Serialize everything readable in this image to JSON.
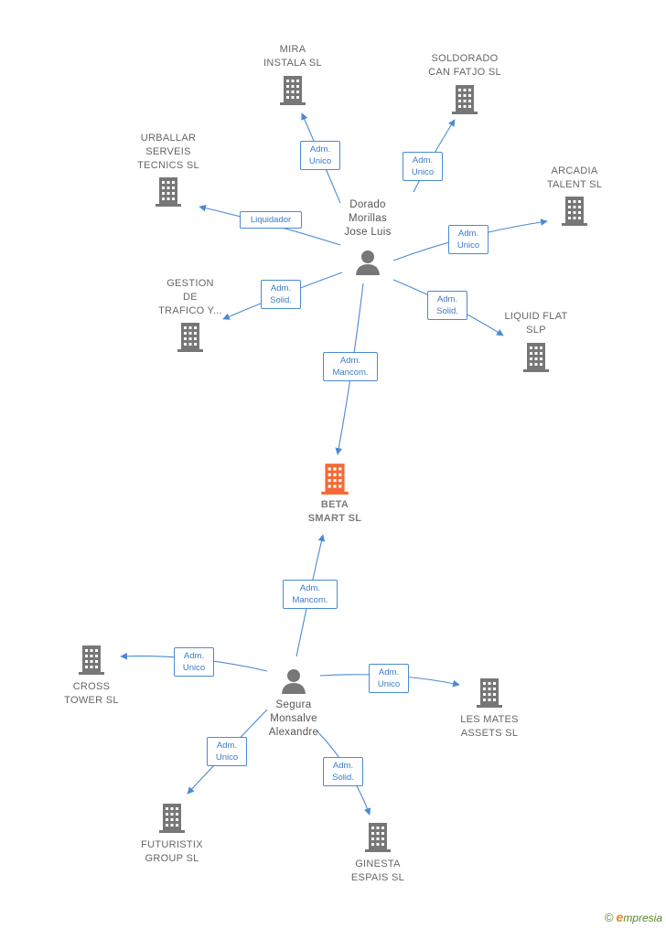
{
  "colors": {
    "edge": "#4a8ad4",
    "company": "#777777",
    "highlight": "#f26a36",
    "person": "#777777"
  },
  "nodes": {
    "mira": "MIRA\nINSTALA  SL",
    "soldorado": "SOLDORADO\nCAN FATJO SL",
    "urballar": "URBALLAR\nSERVEIS\nTECNICS SL",
    "arcadia": "ARCADIA\nTALENT  SL",
    "gestion": "GESTION\nDE\nTRAFICO Y...",
    "liquid": "LIQUID FLAT\nSLP",
    "beta": "BETA\nSMART  SL",
    "dorado": "Dorado\nMorillas\nJose Luis",
    "segura": "Segura\nMonsalve\nAlexandre",
    "cross": "CROSS\nTOWER  SL",
    "lesmates": "LES MATES\nASSETS  SL",
    "futuristix": "FUTURISTIX\nGROUP SL",
    "ginesta": "GINESTA\nESPAIS  SL"
  },
  "relations": {
    "mira": "Adm.\nUnico",
    "soldorado": "Adm.\nUnico",
    "urballar": "Liquidador",
    "arcadia": "Adm.\nUnico",
    "gestion": "Adm.\nSolid.",
    "liquid": "Adm.\nSolid.",
    "beta_dorado": "Adm.\nMancom.",
    "beta_segura": "Adm.\nMancom.",
    "cross": "Adm.\nUnico",
    "lesmates": "Adm.\nUnico",
    "futuristix": "Adm.\nUnico",
    "ginesta": "Adm.\nSolid."
  },
  "brand": {
    "copyright": "©",
    "name": "mpresia",
    "initial": "e"
  }
}
